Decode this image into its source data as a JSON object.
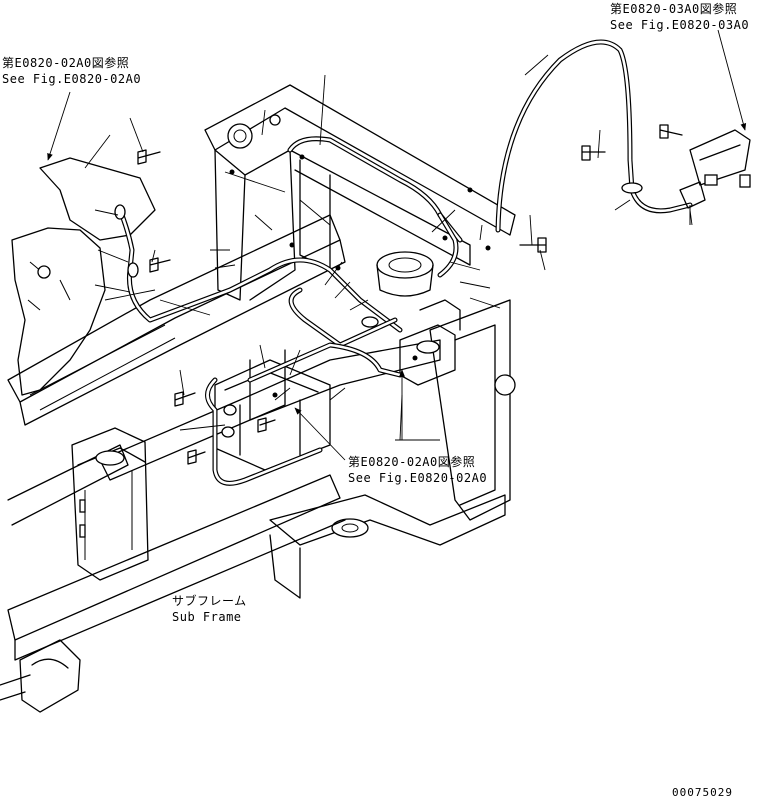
{
  "references": {
    "top_left": {
      "jp": "第E0820-02A0図参照",
      "en": "See Fig.E0820-02A0"
    },
    "top_right": {
      "jp": "第E0820-03A0図参照",
      "en": "See Fig.E0820-03A0"
    },
    "center": {
      "jp": "第E0820-02A0図参照",
      "en": "See Fig.E0820-02A0"
    }
  },
  "subframe": {
    "jp": "サブフレーム",
    "en": "Sub Frame"
  },
  "drawing_number": "00075029",
  "icons": [
    "bolt-icon",
    "hose-clamp-icon",
    "fitting-icon",
    "arrow-icon"
  ]
}
